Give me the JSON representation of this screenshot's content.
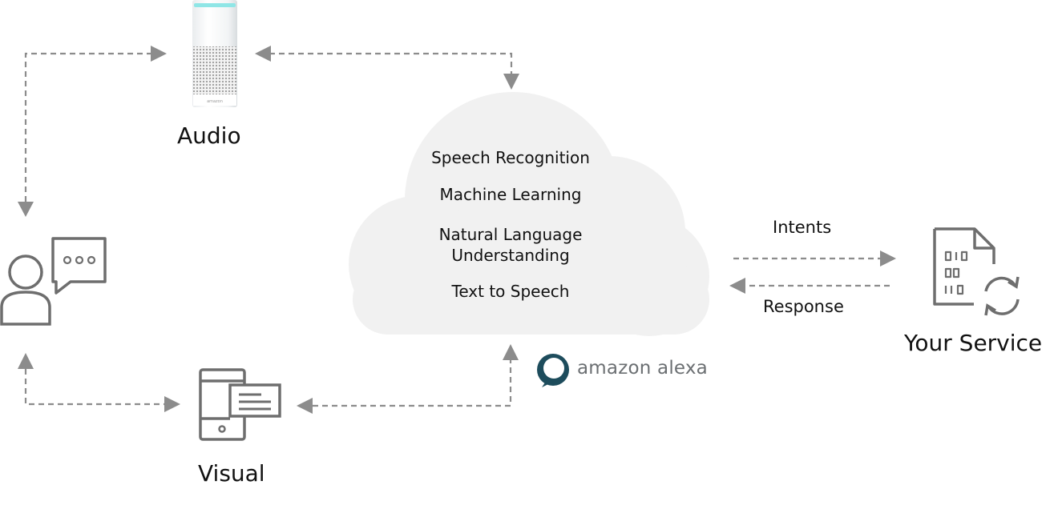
{
  "labels": {
    "audio": "Audio",
    "visual": "Visual",
    "your_service": "Your Service",
    "intents": "Intents",
    "response": "Response"
  },
  "cloud": {
    "speech_recognition": "Speech Recognition",
    "machine_learning": "Machine Learning",
    "nlu_line1": "Natural Language",
    "nlu_line2": "Understanding",
    "text_to_speech": "Text to Speech"
  },
  "brand": {
    "logo_text": "amazon alexa",
    "ring_color": "#1d4c5c",
    "device_label": "amazon"
  },
  "colors": {
    "arrow": "#8c8c8c",
    "icon": "#6e6e6e",
    "cloud": "#f1f1f1",
    "device_ring": "#8fe6e6"
  },
  "icons": [
    "user-icon",
    "speech-bubble-icon",
    "echo-speaker-icon",
    "phone-icon",
    "screen-card-icon",
    "document-icon",
    "sync-icon",
    "alexa-ring-icon"
  ]
}
